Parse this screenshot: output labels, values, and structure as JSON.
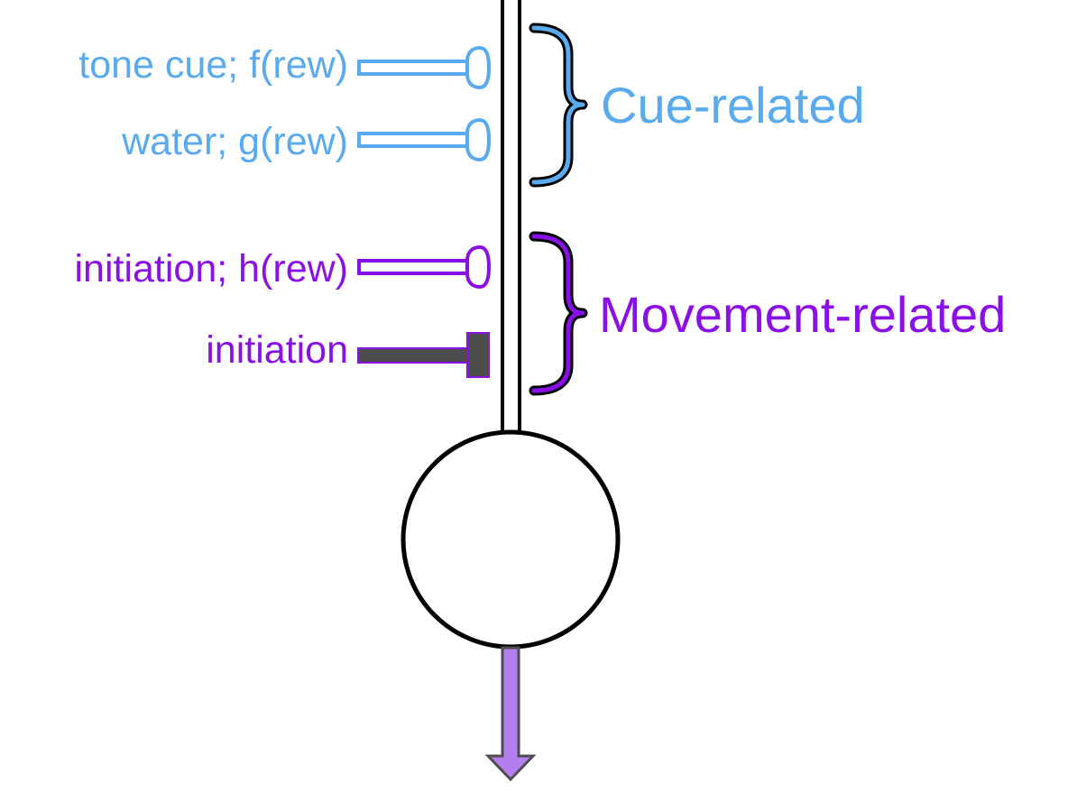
{
  "colors": {
    "cue": "#5aaaf0",
    "movement": "#8a10e8",
    "inhibitory_fill": "#4d4d4d",
    "output_arrow": "#b57ef0",
    "line": "#000000",
    "background": "#ffffff"
  },
  "inputs": [
    {
      "label": "tone cue; f(rew)",
      "group": "cue",
      "synapse": "excitatory"
    },
    {
      "label": "water; g(rew)",
      "group": "cue",
      "synapse": "excitatory"
    },
    {
      "label": "initiation; h(rew)",
      "group": "movement",
      "synapse": "excitatory"
    },
    {
      "label": "initiation",
      "group": "movement",
      "synapse": "inhibitory"
    }
  ],
  "groups": {
    "cue": {
      "label": "Cue-related"
    },
    "movement": {
      "label": "Movement-related"
    }
  },
  "icons": {
    "excitatory": "bulb-synapse-icon",
    "inhibitory": "t-bar-synapse-icon",
    "brace": "curly-brace-icon",
    "soma": "cell-body-circle",
    "output": "down-arrow-icon"
  }
}
